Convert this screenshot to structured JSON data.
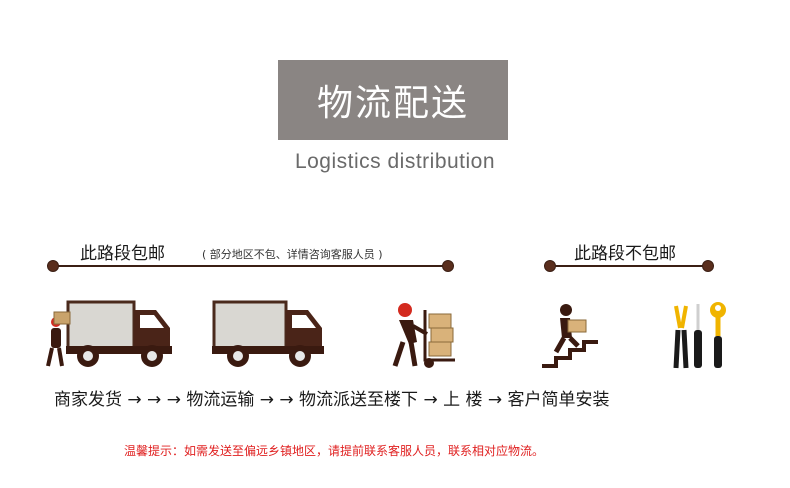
{
  "header": {
    "title": "物流配送",
    "subtitle": "Logistics distribution"
  },
  "sections": {
    "free": {
      "label": "此路段包邮",
      "note": "( 部分地区不包、详情咨询客服人员 )"
    },
    "not_free": {
      "label": "此路段不包邮"
    }
  },
  "steps": {
    "text": "商家发货 → → →  物流运输  → → 物流派送至楼下  → 上 楼  →  客户简单安装"
  },
  "icons": [
    "delivery-truck-icon",
    "delivery-truck-icon",
    "hand-truck-icon",
    "climbing-stairs-icon",
    "tools-icon"
  ],
  "notice": {
    "text": "温馨提示：如需发送至偏远乡镇地区，请提前联系客服人员，联系相对应物流。"
  },
  "colors": {
    "title_bg": "#8a8583",
    "line": "#3b1f14",
    "notice": "#e02020",
    "accent_red": "#d32a1f",
    "tool_yellow": "#f0b400"
  }
}
